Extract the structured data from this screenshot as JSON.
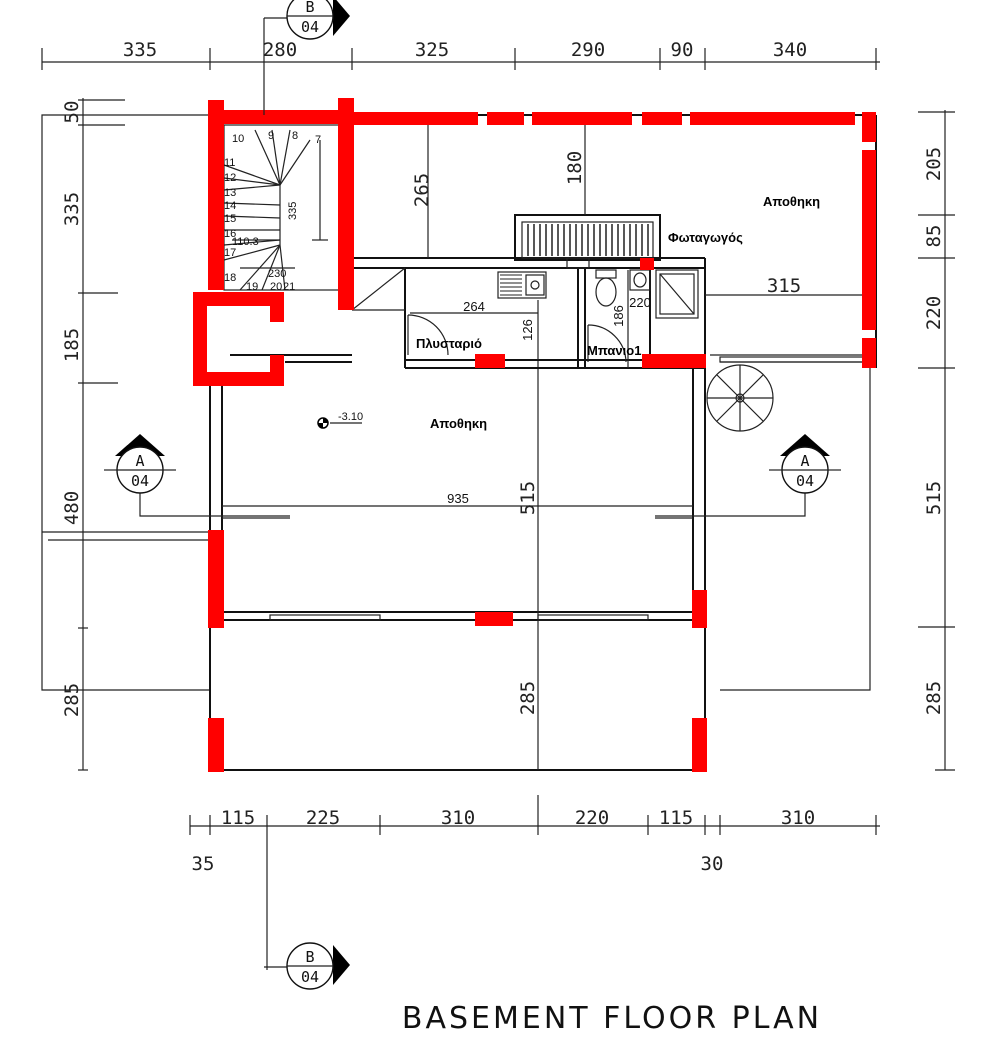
{
  "title": "BASEMENT FLOOR PLAN",
  "colors": {
    "wall": "#ff0000",
    "line": "#222222",
    "background": "#ffffff"
  },
  "rooms": {
    "storage_top_right": "Αποθηκη",
    "lightwell": "Φωταγωγός",
    "laundry": "Πλυσταριό",
    "bathroom": "Μπανιο1",
    "storage_main": "Αποθηκη"
  },
  "dimensions": {
    "top": [
      "335",
      "280",
      "325",
      "290",
      "90",
      "340"
    ],
    "bottom": [
      "115",
      "225",
      "310",
      "220",
      "115",
      "310"
    ],
    "bottom_extra_left": "35",
    "bottom_extra_right": "30",
    "left": [
      "50",
      "335",
      "185",
      "480",
      "285"
    ],
    "right": [
      "205",
      "85",
      "220",
      "515",
      "285"
    ],
    "interior": {
      "d265": "265",
      "d180": "180",
      "d315": "315",
      "d264": "264",
      "d126": "126",
      "d186": "186",
      "d220": "220",
      "d935": "935",
      "d515": "515",
      "d285": "285",
      "d335": "335",
      "d230": "230",
      "d110": "110.3"
    }
  },
  "stair_steps": [
    "10",
    "9",
    "8",
    "7",
    "11",
    "12",
    "13",
    "14",
    "15",
    "16",
    "17",
    "18",
    "19",
    "20",
    "21"
  ],
  "level_mark": "-3.10",
  "section_markers": {
    "b_top": {
      "letter": "B",
      "sheet": "04"
    },
    "b_bottom": {
      "letter": "B",
      "sheet": "04"
    },
    "a_left": {
      "letter": "A",
      "sheet": "04"
    },
    "a_right": {
      "letter": "A",
      "sheet": "04"
    }
  }
}
